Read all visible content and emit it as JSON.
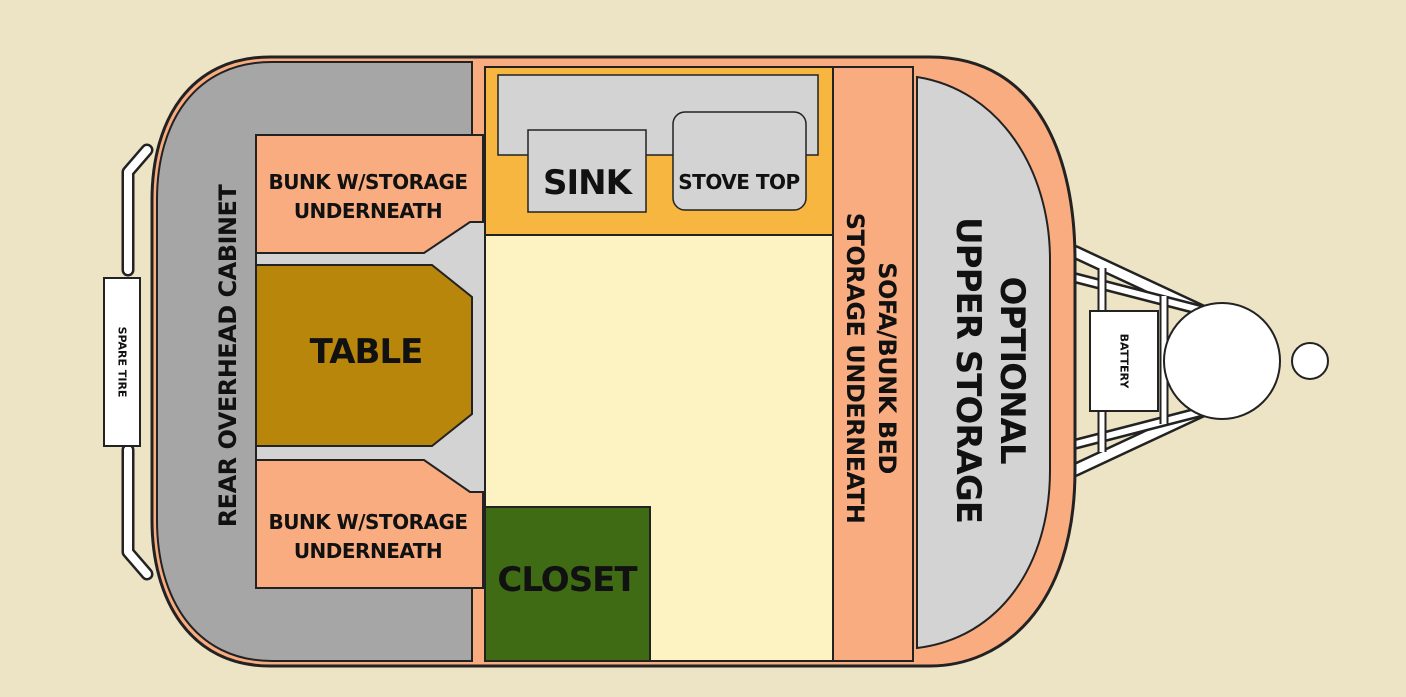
{
  "labels": {
    "rear_cabinet": "REAR OVERHEAD CABINET",
    "bunk_top_line1": "BUNK W/STORAGE",
    "bunk_top_line2": "UNDERNEATH",
    "table": "TABLE",
    "bunk_bottom_line1": "BUNK W/STORAGE",
    "bunk_bottom_line2": "UNDERNEATH",
    "sink": "SINK",
    "stove_top": "STOVE TOP",
    "closet": "CLOSET",
    "sofa_line1": "SOFA/BUNK BED",
    "sofa_line2": "STORAGE UNDERNEATH",
    "upper_line1": "OPTIONAL",
    "upper_line2": "UPPER STORAGE",
    "battery": "BATTERY",
    "spare_tire": "SPARE TIRE"
  },
  "colors": {
    "background": "#ede3c5",
    "cabinet_gray": "#a6a6a6",
    "light_gray": "#d3d3d3",
    "bunk_salmon": "#f9ac80",
    "table_brown": "#b8860b",
    "kitchen_orange": "#f7b640",
    "floor_cream": "#fdf3c2",
    "closet_green": "#3e6b14",
    "outline": "#222222",
    "white": "#ffffff"
  }
}
